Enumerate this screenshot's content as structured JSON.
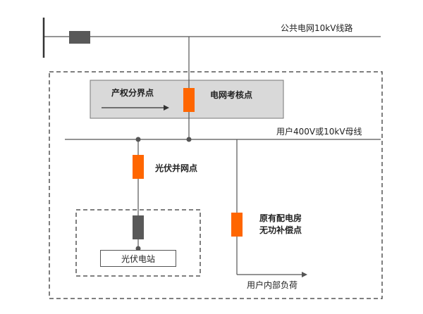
{
  "labels": {
    "public_grid": "公共电网10kV线路",
    "property_boundary": "产权分界点",
    "grid_assessment_point": "电网考核点",
    "user_bus": "用户400V或10kV母线",
    "pv_grid_point": "光伏并网点",
    "original_substation_line1": "原有配电房",
    "original_substation_line2": "无功补偿点",
    "pv_station": "光伏电站",
    "user_internal_load": "用户内部负荷"
  },
  "colors": {
    "line": "#555555",
    "orange": "#ff6600",
    "dark_gray": "#595959",
    "shade": "#d9d9d9",
    "dash": "#555555"
  }
}
